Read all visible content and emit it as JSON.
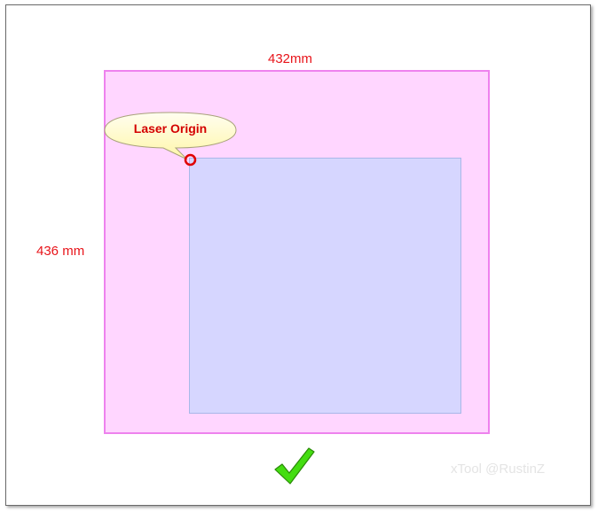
{
  "diagram": {
    "work_area_width_label": "432mm",
    "work_area_height_label": "436 mm",
    "callout_label": "Laser Origin",
    "watermark": "xTool @RustinZ",
    "colors": {
      "work_area_fill": "#ffd6ff",
      "work_area_border": "#ee82ee",
      "material_fill": "#d6d6ff",
      "dimension_text": "#e8141a",
      "callout_fill": "#fffcc0",
      "callout_text": "#d40000",
      "origin_marker": "#e00000",
      "check_green": "#44dd11"
    },
    "icons": {
      "origin_marker": "red-circle-icon",
      "status": "green-checkmark-icon"
    }
  }
}
